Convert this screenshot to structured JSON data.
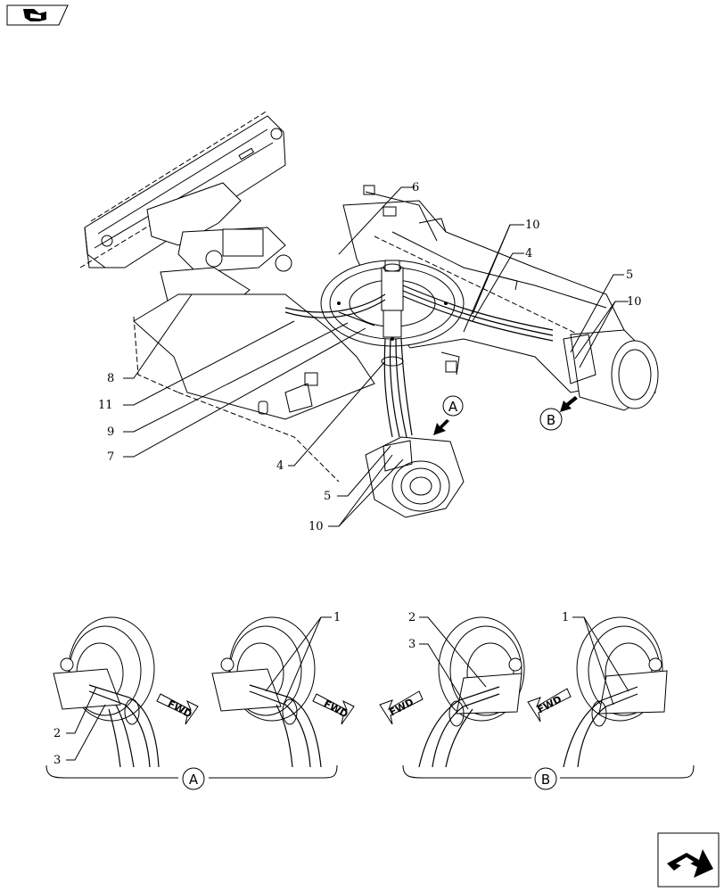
{
  "callouts": {
    "c1a": "1",
    "c1b": "1",
    "c2a": "2",
    "c2b": "2",
    "c3a": "3",
    "c3b": "3",
    "c4a": "4",
    "c4b": "4",
    "c5a": "5",
    "c5b": "5",
    "c6": "6",
    "c7": "7",
    "c8": "8",
    "c9": "9",
    "c10a": "10",
    "c10b": "10",
    "c10c": "10",
    "c11": "11"
  },
  "views": {
    "a_marker": "A",
    "b_marker": "B",
    "a_group": "A",
    "b_group": "B"
  },
  "arrows": {
    "fwd1": "FWD",
    "fwd2": "FWD",
    "fwd3": "FWD",
    "fwd4": "FWD"
  },
  "icons": {
    "top": "nav-back-icon",
    "bottom": "nav-forward-icon"
  }
}
